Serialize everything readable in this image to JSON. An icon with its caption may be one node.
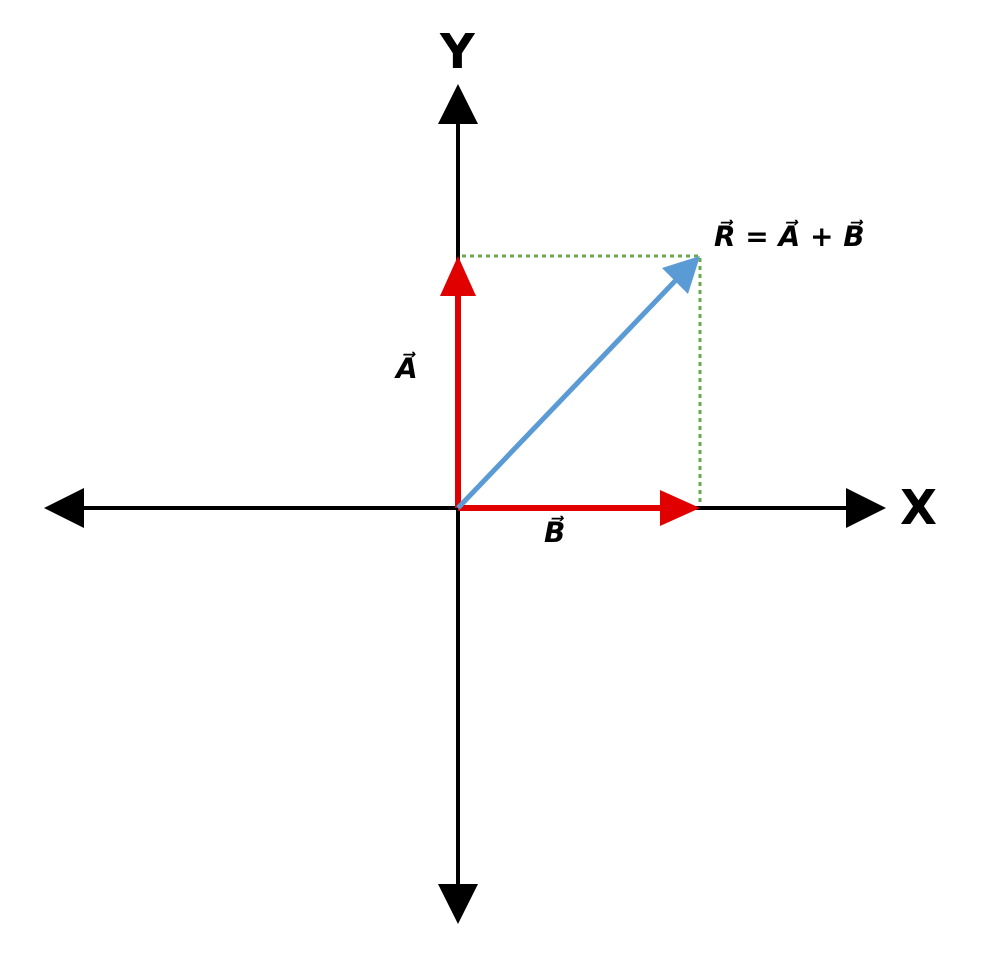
{
  "diagram": {
    "labels": [
      "Y",
      "R⃗ = A⃗ + B⃗",
      "A⃗",
      "X",
      "B⃗"
    ]
  }
}
